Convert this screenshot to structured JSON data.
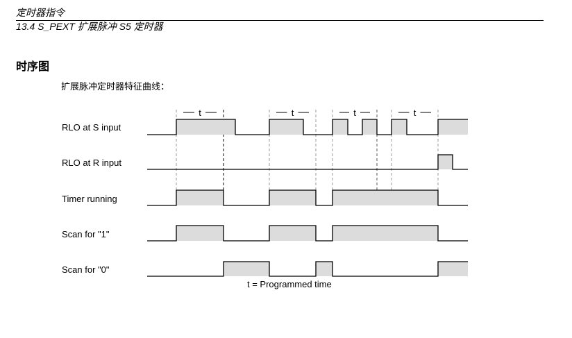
{
  "header": {
    "chapter": "定时器指令",
    "section": "13.4 S_PEXT 扩展脉冲 S5 定时器"
  },
  "section_title": "时序图",
  "intro_text": "扩展脉冲定时器特征曲线：",
  "diagram": {
    "signals": [
      {
        "label": "RLO at  S input"
      },
      {
        "label": "RLO at R input"
      },
      {
        "label": "Timer running"
      },
      {
        "label": "Scan for \"1\""
      },
      {
        "label": "Scan for \"0\""
      }
    ],
    "time_marker": "t",
    "caption": "t = Programmed time",
    "fill_color": "#dcdcdc"
  }
}
